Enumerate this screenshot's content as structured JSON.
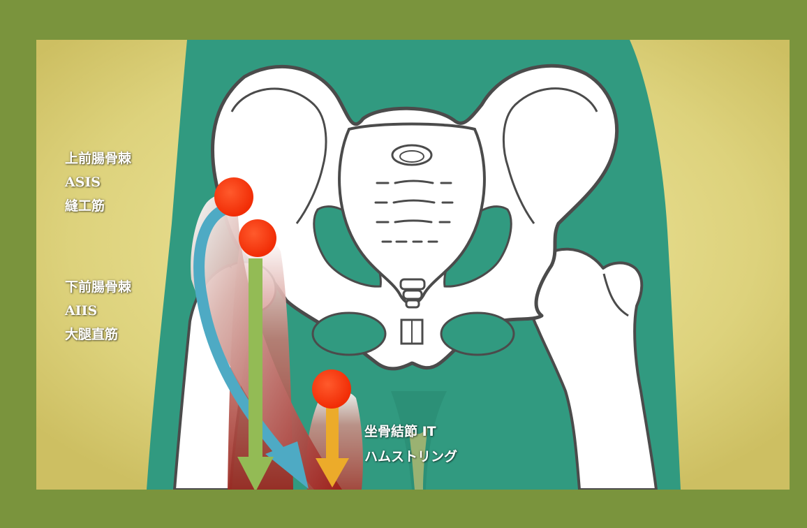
{
  "labels": {
    "asis": {
      "jp": "上前腸骨棘",
      "en": "ASIS",
      "muscle": "縫工筋"
    },
    "aiis": {
      "jp": "下前腸骨棘",
      "en": "AIIS",
      "muscle": "大腿直筋"
    },
    "it": {
      "jp": "坐骨結節 IT",
      "muscle": "ハムストリング"
    }
  },
  "colors": {
    "frame": "#7a943d",
    "skin": "#ddd27c",
    "body": "#319a80",
    "bone": "#ffffff",
    "bone_outline": "#4b4b4b",
    "marker": "#ff3a12",
    "sartorius_arrow": "#4eaac4",
    "rectus_arrow": "#93bb55",
    "hamstring_arrow": "#ecab2a",
    "muscle_fill": "#a53229"
  },
  "markers": [
    "asis-marker",
    "aiis-marker",
    "it-marker"
  ]
}
